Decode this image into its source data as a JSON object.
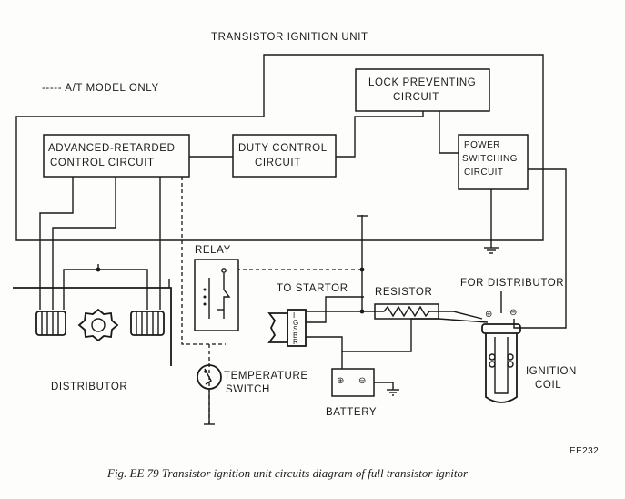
{
  "diagram": {
    "title": "TRANSISTOR IGNITION UNIT",
    "legend": "----- A/T MODEL ONLY",
    "blocks": {
      "lock_preventing": [
        "LOCK PREVENTING",
        "CIRCUIT"
      ],
      "advanced_retarded": [
        "ADVANCED-RETARDED",
        "CONTROL CIRCUIT"
      ],
      "duty_control": [
        "DUTY CONTROL",
        "CIRCUIT"
      ],
      "power_switching": [
        "POWER",
        "SWITCHING",
        "CIRCUIT"
      ]
    },
    "labels": {
      "relay": "RELAY",
      "to_startor": "TO STARTOR",
      "resistor": "RESISTOR",
      "for_distributor": "FOR DISTRIBUTOR",
      "distributor": "DISTRIBUTOR",
      "temperature_switch": [
        "TEMPERATURE",
        "SWITCH"
      ],
      "battery": "BATTERY",
      "ignition_coil": [
        "IGNITION",
        "COIL"
      ],
      "switch_terminals": [
        "I",
        "G",
        "S",
        "B",
        "R"
      ],
      "plus": "⊕",
      "minus": "⊖"
    },
    "figure_code": "EE232",
    "caption": "Fig. EE 79 Transistor ignition unit circuits diagram of full transistor ignitor"
  }
}
